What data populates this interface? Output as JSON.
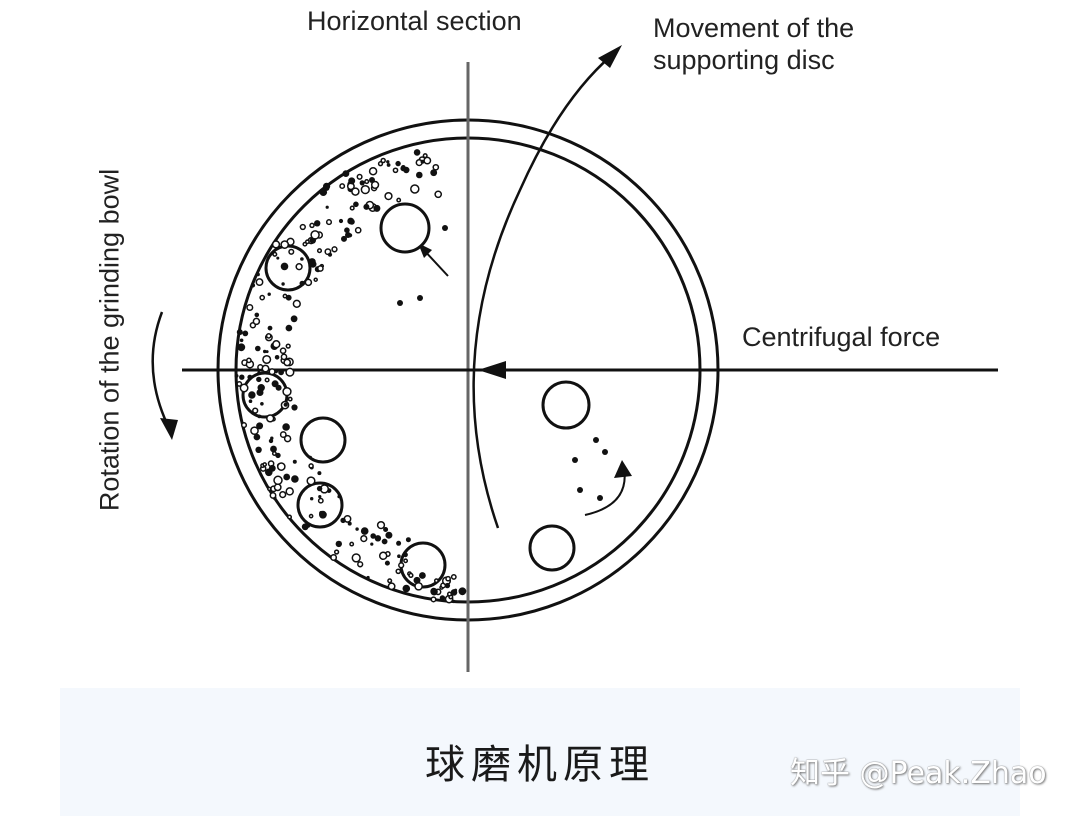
{
  "labels": {
    "horizontal_section": "Horizontal section",
    "movement_line1": "Movement of the",
    "movement_line2": "supporting disc",
    "centrifugal_force": "Centrifugal force",
    "rotation": "Rotation of the grinding bowl"
  },
  "caption": "球磨机原理",
  "watermark": "知乎 @Peak.Zhao"
}
